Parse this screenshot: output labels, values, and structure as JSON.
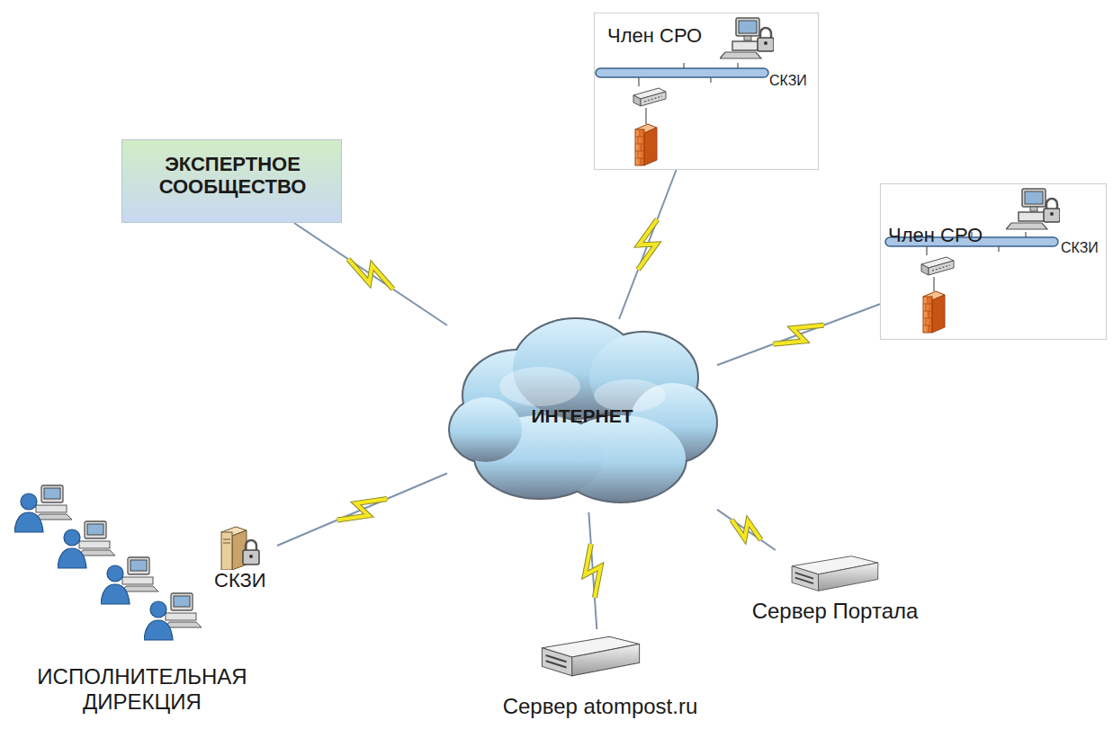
{
  "diagram": {
    "nodes": [
      {
        "text": [
          "ИНТЕРНЕТ"
        ]
      },
      {
        "text": [
          "ЭКСПЕРТНОЕ СООБЩЕСТВО"
        ]
      },
      {
        "text": [
          "Член СРО",
          "СКЗИ"
        ]
      },
      {
        "text": [
          "Член СРО",
          "СКЗИ"
        ]
      },
      {
        "text": [
          "СКЗИ",
          "ИСПОЛНИТЕЛЬНАЯ ДИРЕКЦИЯ"
        ]
      },
      {
        "text": [
          "Сервер atompost.ru"
        ]
      },
      {
        "text": [
          "Сервер Портала"
        ]
      }
    ],
    "edges": [
      {
        "from": 1,
        "to": 0,
        "arrow": "none"
      },
      {
        "from": 2,
        "to": 0,
        "arrow": "none"
      },
      {
        "from": 3,
        "to": 0,
        "arrow": "none"
      },
      {
        "from": 4,
        "to": 0,
        "arrow": "none"
      },
      {
        "from": 5,
        "to": 0,
        "arrow": "none"
      },
      {
        "from": 6,
        "to": 0,
        "arrow": "none"
      }
    ]
  }
}
